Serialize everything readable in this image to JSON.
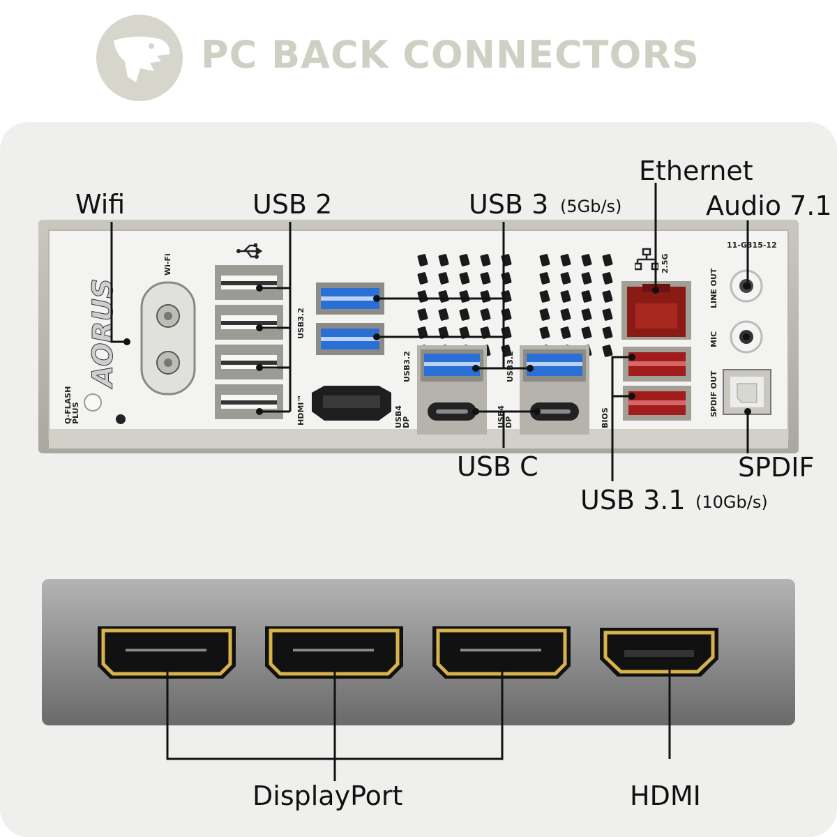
{
  "title": "PC BACK CONNECTORS",
  "labels": {
    "wifi": "Wifi",
    "usb2": "USB 2",
    "usb3": "USB 3",
    "usb3_speed": "(5Gb/s)",
    "ethernet": "Ethernet",
    "audio": "Audio 7.1",
    "usbc": "USB C",
    "usb31": "USB 3.1",
    "usb31_speed": "(10Gb/s)",
    "spdif": "SPDIF",
    "displayport": "DisplayPort",
    "hdmi": "HDMI"
  },
  "panel_text": {
    "wifi": "Wi-Fi",
    "usb32_a": "USB3.2",
    "usb32_b": "USB3.2",
    "usb32_c": "USB3.2",
    "usb4_dp_a": "USB4 DP",
    "usb4_dp_b": "USB4 DP",
    "hdmi": "HDMI™",
    "qflash": "Q-FLASH PLUS",
    "bios": "BIOS",
    "speed_25g": "2.5G",
    "audio_code": "11-G315-12",
    "line_out": "LINE OUT",
    "mic": "MIC",
    "spdif_out": "SPDIF OUT",
    "brand": "AORUS"
  },
  "colors": {
    "usb3_blue": "#2a6fd6",
    "usb31_red": "#a11c1c",
    "ethernet_red": "#8a1a14",
    "gold": "#d8b24a",
    "title_gray": "#cfcfc4",
    "panel_bg": "#efefed"
  },
  "icons": [
    "dino-logo-icon",
    "usb-symbol-icon",
    "network-icon"
  ]
}
